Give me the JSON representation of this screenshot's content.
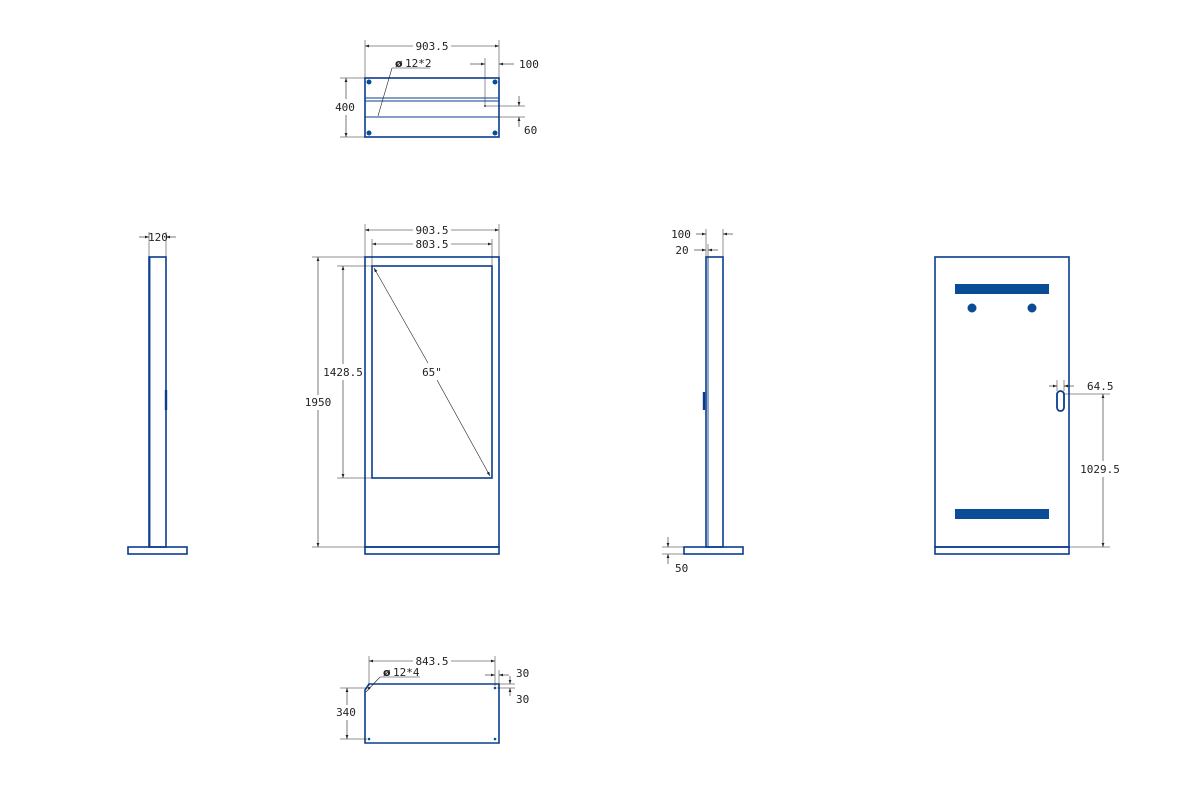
{
  "colors": {
    "outline": "#0a3d8f",
    "fill": "#0a4c96",
    "dimension": "#222222",
    "background": "#ffffff"
  },
  "top_view": {
    "width": "903.5",
    "depth": "400",
    "hole_note": "12*2",
    "hole_symbol": "ø",
    "offset_right": "100",
    "offset_bottom": "60"
  },
  "left_view": {
    "thickness": "120"
  },
  "front_view": {
    "outer_width": "903.5",
    "screen_width": "803.5",
    "height": "1950",
    "screen_height": "1428.5",
    "diagonal": "65\""
  },
  "right_view": {
    "offset_a": "100",
    "offset_b": "20",
    "base_height": "50"
  },
  "rear_view": {
    "lock_offset": "64.5",
    "lock_height": "1029.5"
  },
  "base_view": {
    "width": "843.5",
    "depth": "340",
    "hole_note": "12*4",
    "hole_symbol": "ø",
    "offset_right": "30",
    "offset_bottom": "30"
  }
}
